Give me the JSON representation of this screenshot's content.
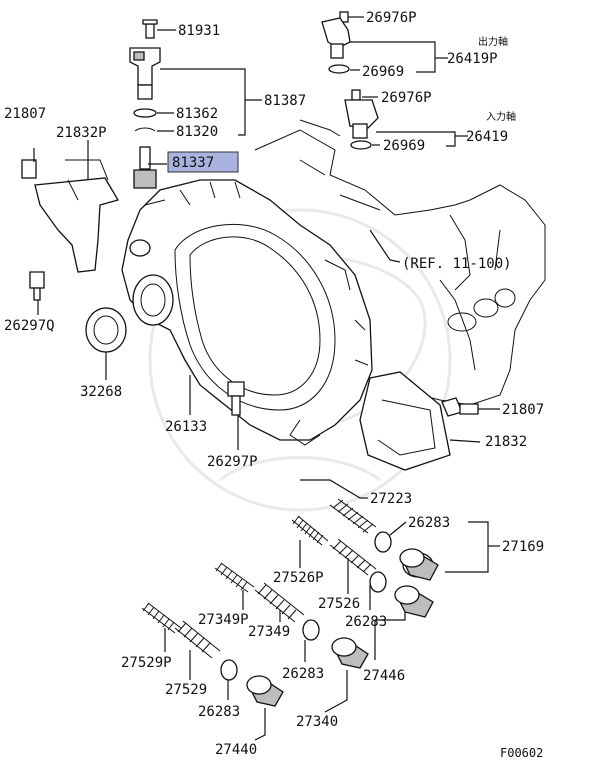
{
  "labels": {
    "p81931": "81931",
    "p26976P_top": "26976P",
    "jp_output_shaft": "出力軸",
    "p26969_top": "26969",
    "p26419P": "26419P",
    "p81362": "81362",
    "p81387": "81387",
    "p26976P_mid": "26976P",
    "jp_input_shaft": "入力軸",
    "p21807_left": "21807",
    "p21832P": "21832P",
    "p81320": "81320",
    "p26419": "26419",
    "p26969_mid": "26969",
    "p81337": "81337",
    "ref": "(REF. 11-100)",
    "p26297Q": "26297Q",
    "p32268": "32268",
    "p21807_right": "21807",
    "p21832": "21832",
    "p26133": "26133",
    "p26297P": "26297P",
    "p27223": "27223",
    "p26283_a": "26283",
    "p27169": "27169",
    "p27526P": "27526P",
    "p27526": "27526",
    "p27349P": "27349P",
    "p26283_b": "26283",
    "p27349": "27349",
    "p27446": "27446",
    "p27529P": "27529P",
    "p26283_c": "26283",
    "p27529": "27529",
    "p26283_d": "26283",
    "p27340": "27340",
    "p27440": "27440",
    "figure_code": "F00602"
  },
  "colors": {
    "highlight": "#a9b3e0",
    "line": "#111111",
    "watermark": "#e9e9e9"
  }
}
